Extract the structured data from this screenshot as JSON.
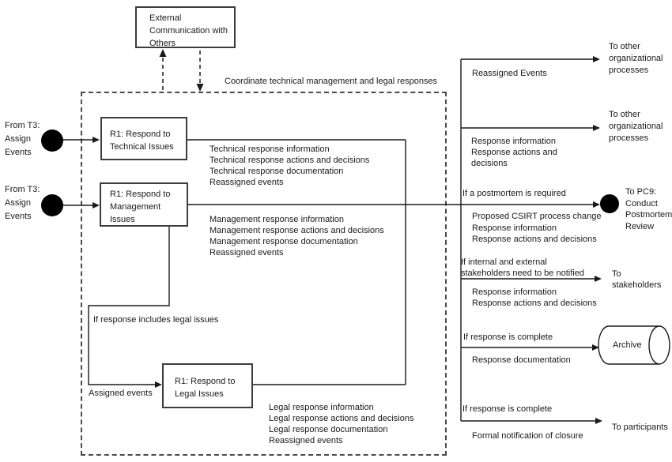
{
  "header": {
    "coordinate_label": "Coordinate technical management and legal responses"
  },
  "external_communication": {
    "label": "External\nCommunication with\nOthers"
  },
  "sources": {
    "t3_technical": "From T3:\nAssign\nEvents",
    "t3_management": "From T3:\nAssign\nEvents"
  },
  "processes": {
    "technical": "R1: Respond to\nTechnical Issues",
    "management": "R1: Respond to\nManagement\nIssues",
    "legal": "R1: Respond to\nLegal Issues"
  },
  "outputs": {
    "technical": "Technical response information\nTechnical response actions and decisions\nTechnical response documentation\nReassigned events",
    "management": "Management response information\nManagement response actions and decisions\nManagement response documentation\nReassigned events",
    "legal": "Legal response information\nLegal response actions and decisions\nLegal response documentation\nReassigned events"
  },
  "conditions": {
    "legal_issues": "If response includes legal issues",
    "assigned_events": "Assigned events",
    "postmortem": "If a postmortem is required",
    "stakeholders": "If internal and external\nstakeholders need to be notified",
    "complete_archive": "If response is complete",
    "complete_participants": "If response is complete"
  },
  "branch_labels": {
    "reassigned_events": "Reassigned Events",
    "response_info_full": "Response information\nResponse actions and\ndecisions",
    "postmortem_outputs": "Proposed CSIRT process change\nResponse information\nResponse actions and decisions",
    "stakeholder_outputs": "Response information\nResponse actions and decisions",
    "response_documentation": "Response documentation",
    "formal_notification": "Formal notification of closure"
  },
  "destinations": {
    "other_processes_1": "To other\norganizational\nprocesses",
    "other_processes_2": "To other\norganizational\nprocesses",
    "pc9": "To PC9:\nConduct\nPostmortem\nReview",
    "stakeholders": "To stakeholders",
    "archive": "Archive",
    "participants": "To participants"
  },
  "colors": {
    "line": "#1a1a1a",
    "text": "#1a1a1a",
    "background": "#ffffff",
    "node_fill": "#000000"
  }
}
